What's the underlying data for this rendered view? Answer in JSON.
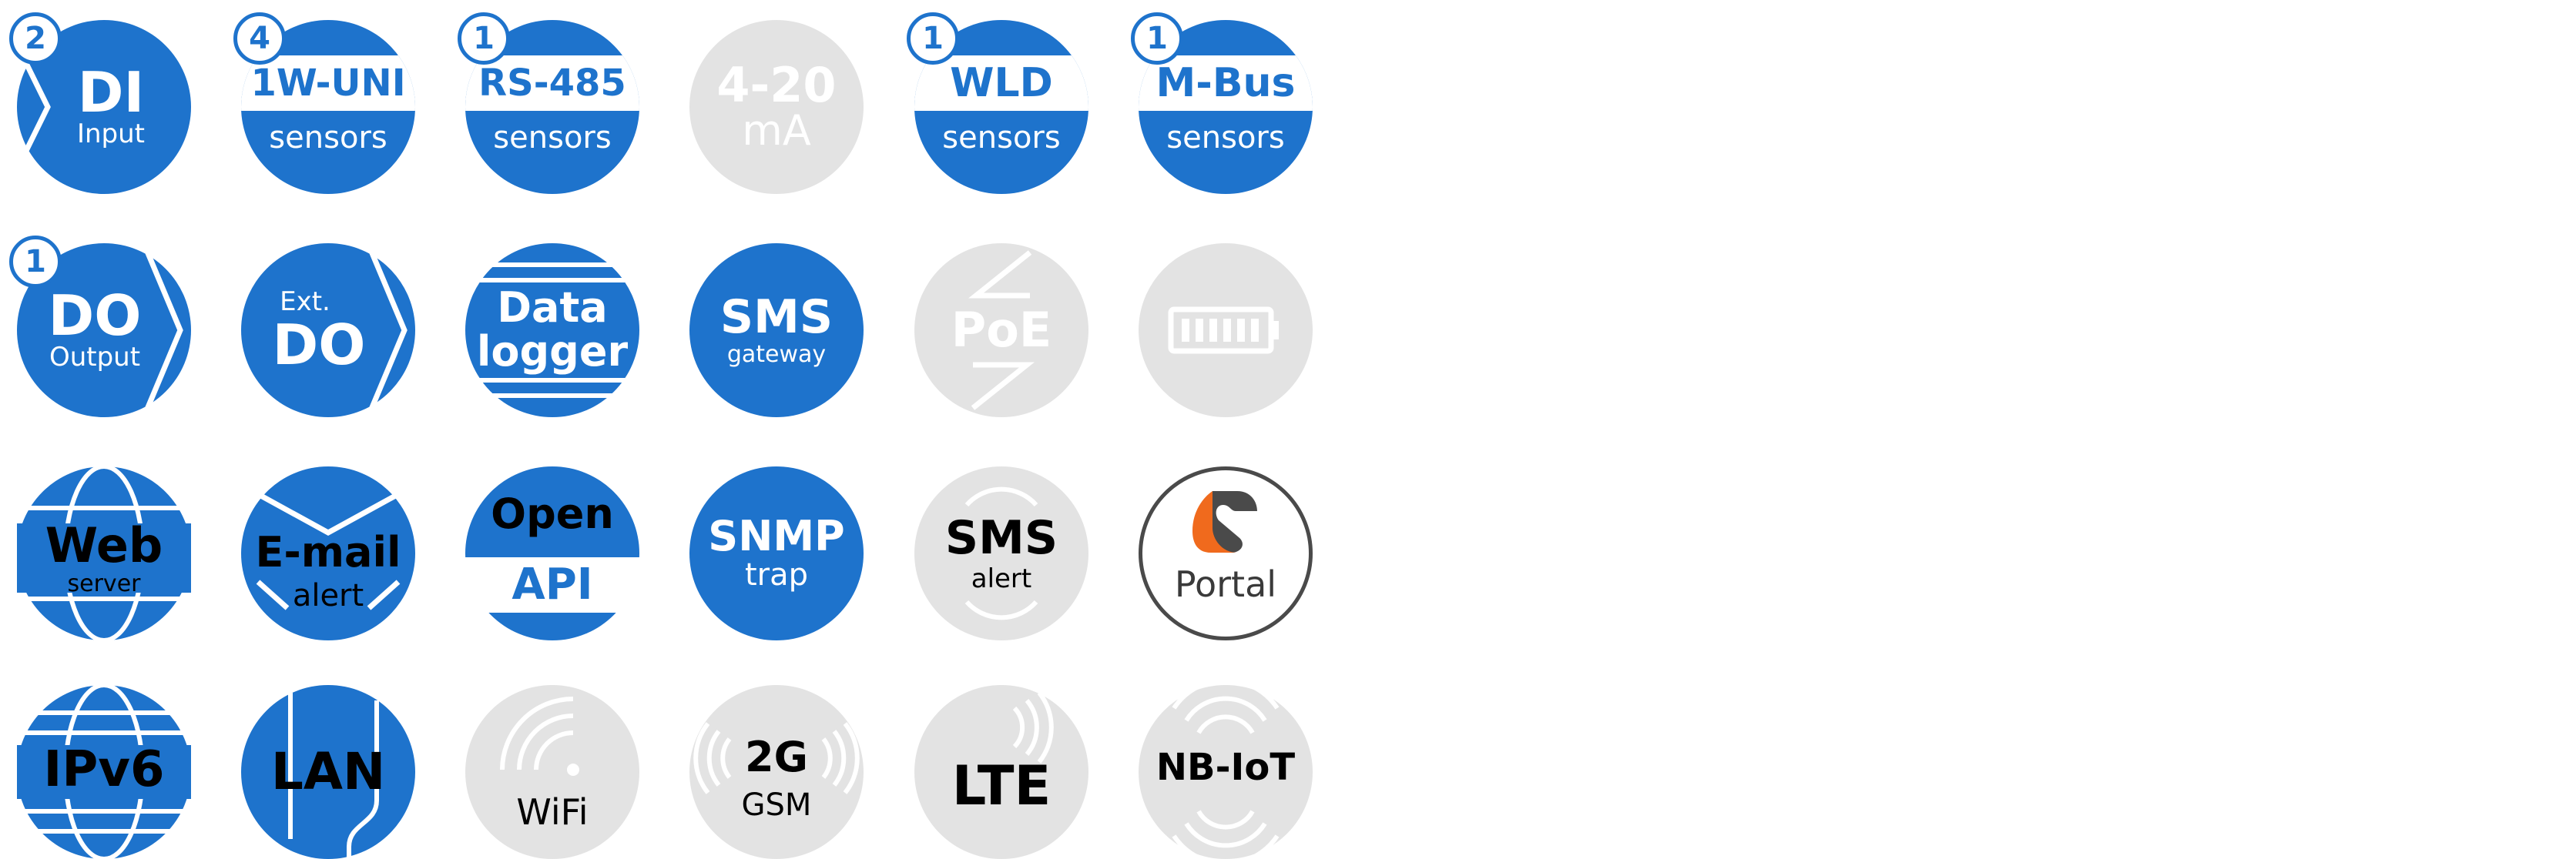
{
  "colors": {
    "active": "#1e73cc",
    "inactive": "#e3e3e3",
    "portal_orange": "#f06a1d",
    "portal_grey": "#4a4a4a"
  },
  "row1": {
    "di": {
      "badge": "2",
      "title": "DI",
      "sub": "Input"
    },
    "onewire": {
      "badge": "4",
      "title": "1W-UNI",
      "sub": "sensors"
    },
    "rs485": {
      "badge": "1",
      "title": "RS-485",
      "sub": "sensors"
    },
    "ma": {
      "title": "4-20",
      "sub": "mA"
    },
    "wld": {
      "badge": "1",
      "title": "WLD",
      "sub": "sensors"
    },
    "mbus": {
      "badge": "1",
      "title": "M-Bus",
      "sub": "sensors"
    }
  },
  "row2": {
    "do": {
      "badge": "1",
      "title": "DO",
      "sub": "Output"
    },
    "extdo": {
      "pre": "Ext.",
      "title": "DO"
    },
    "logger": {
      "line1": "Data",
      "line2": "logger"
    },
    "sms": {
      "title": "SMS",
      "sub": "gateway"
    },
    "poe": {
      "title": "PoE"
    },
    "battery": {
      "icon": "battery-icon"
    }
  },
  "row3": {
    "web": {
      "title": "Web",
      "sub": "server"
    },
    "email": {
      "title": "E-mail",
      "sub": "alert"
    },
    "api": {
      "line1": "Open",
      "line2": "API"
    },
    "snmp": {
      "title": "SNMP",
      "sub": "trap"
    },
    "smsalert": {
      "title": "SMS",
      "sub": "alert"
    },
    "portal": {
      "title": "Portal"
    }
  },
  "row4": {
    "ipv6": {
      "title": "IPv6"
    },
    "lan": {
      "title": "LAN"
    },
    "wifi": {
      "title": "WiFi"
    },
    "gsm": {
      "title": "2G",
      "sub": "GSM"
    },
    "lte": {
      "title": "LTE"
    },
    "nbiot": {
      "title": "NB-IoT"
    }
  }
}
